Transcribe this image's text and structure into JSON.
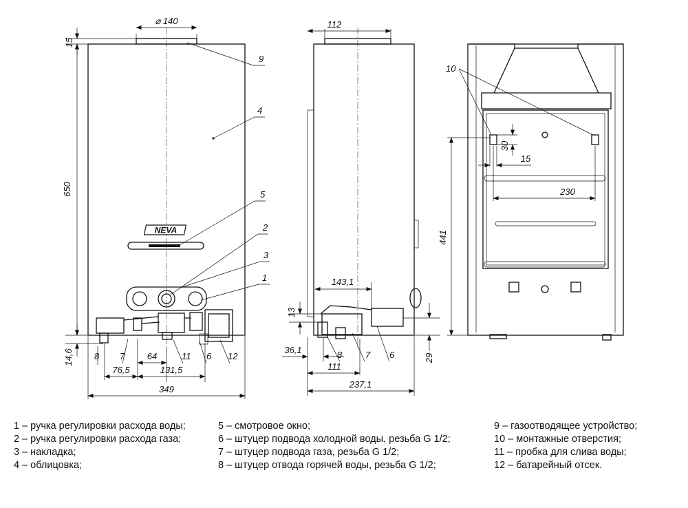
{
  "drawing": {
    "front": {
      "dims": {
        "top_dia": "⌀ 140",
        "top_h": "15",
        "height": "650",
        "bottom_h": "14,6",
        "d76": "76,5",
        "d64": "64",
        "d131": "131,5",
        "width": "349"
      },
      "callouts": {
        "c9": "9",
        "c4": "4",
        "c5": "5",
        "c2": "2",
        "c3": "3",
        "c1": "1",
        "b8": "8",
        "b7": "7",
        "b11": "11",
        "b6": "6",
        "b12": "12"
      },
      "logo": "NEVA"
    },
    "side": {
      "dims": {
        "top": "112",
        "d143": "143,1",
        "d13": "13",
        "d36": "36,1",
        "d111": "111",
        "d237": "237,1",
        "d29": "29"
      },
      "callouts": {
        "b8": "8",
        "b7": "7",
        "b6": "6"
      }
    },
    "back": {
      "dims": {
        "d30": "30",
        "d15": "15",
        "d230": "230",
        "d441": "441"
      },
      "callouts": {
        "c10": "10"
      }
    }
  },
  "legend": {
    "col1": [
      "1 – ручка регулировки расхода воды;",
      "2 – ручка регулировки расхода газа;",
      "3 – накладка;",
      "4 – облицовка;"
    ],
    "col2": [
      "5 – смотровое окно;",
      "6 – штуцер подвода холодной воды, резьба G 1/2;",
      "7 – штуцер подвода газа, резьба G 1/2;",
      "8 – штуцер отвода горячей воды, резьба G 1/2;"
    ],
    "col3": [
      "9 – газоотводящее устройство;",
      "10 – монтажные отверстия;",
      "11 – пробка для слива воды;",
      "12 – батарейный отсек."
    ]
  }
}
